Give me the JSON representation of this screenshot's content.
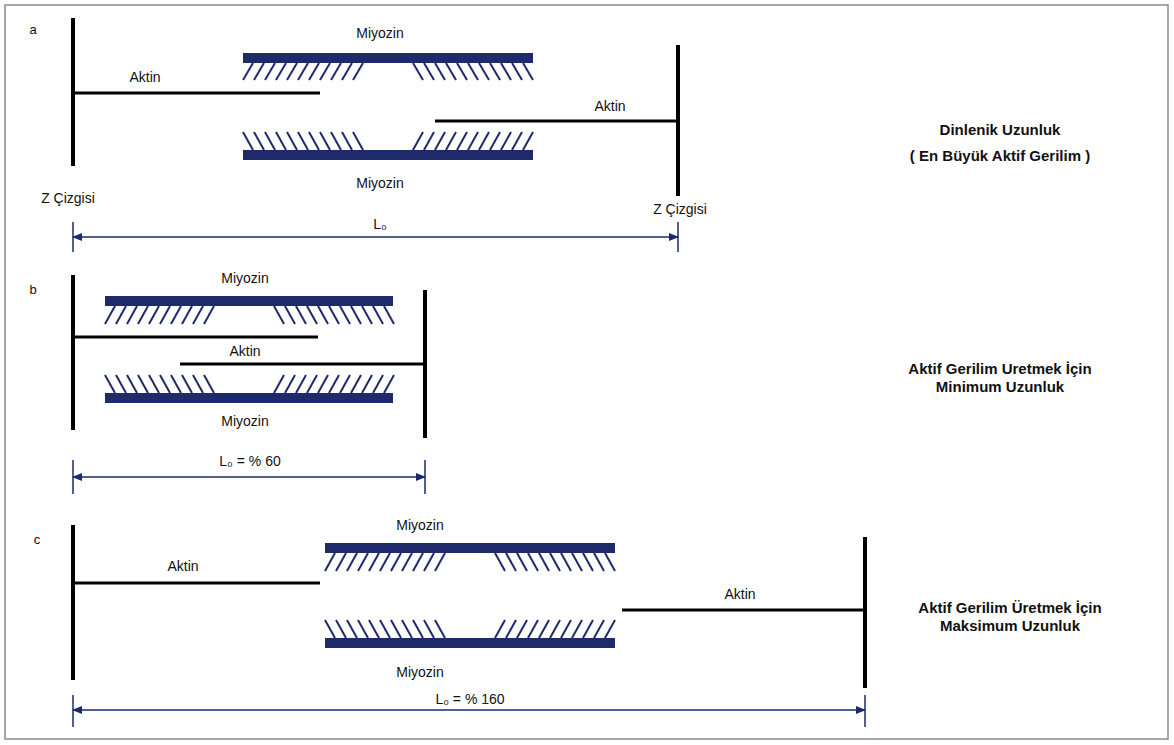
{
  "diagram": {
    "labels": [
      "a",
      "Miyozin",
      "Aktin",
      "Aktin",
      "Miyozin",
      "Z Çizgisi",
      "Z Çizgisi",
      "L₀",
      "Dinlenik Uzunluk",
      "( En Büyük Aktif Gerilim )",
      "b",
      "Miyozin",
      "Aktin",
      "Miyozin",
      "L₀ = % 60",
      "Aktif Gerilim Uretmek İçin Minimum Uzunluk",
      "c",
      "Miyozin",
      "Aktin",
      "Aktin",
      "Miyozin",
      "Aktif Gerilim Üretmek İçin Maksimum Uzunluk",
      "L₀ = % 160"
    ]
  }
}
